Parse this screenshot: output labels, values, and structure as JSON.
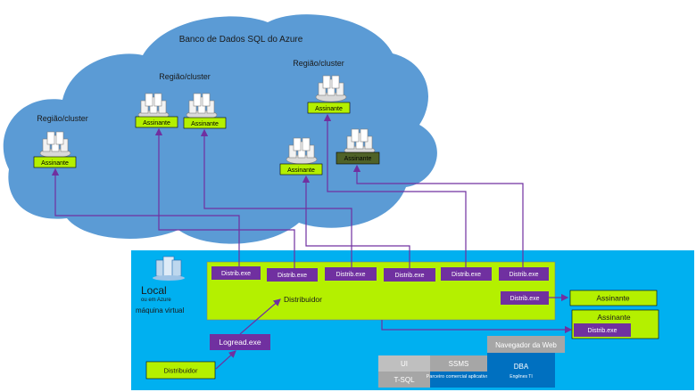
{
  "cloud": {
    "title": "Banco de Dados SQL do Azure",
    "regions": [
      {
        "label": "Região/cluster"
      },
      {
        "label": "Região/cluster"
      },
      {
        "label": "Região/cluster"
      }
    ]
  },
  "subscribers_cloud": [
    "Assinante",
    "Assinante",
    "Assinante",
    "Assinante",
    "Assinante",
    "Assinante"
  ],
  "local": {
    "title": "Local",
    "subtitle": "ou em Azure",
    "vm_label": "máquina virtual",
    "distributor_label": "Distribuidor",
    "distexe_label": "Distrib.exe",
    "logread_label": "Logread.exe",
    "distributor_box": "Distribuidor",
    "right_subscriber_1": "Assinante",
    "right_subscriber_2": "Assinante",
    "right_distexe": "Distrib.exe",
    "tools": {
      "web": "Navegador da Web",
      "ui": "UI",
      "ssms": "SSMS",
      "dba": "DBA",
      "dba_sub": "Engênes TI",
      "tsql": "T-SQL",
      "partner": "Parceiro comercial aplicativos"
    }
  },
  "colors": {
    "cloud": "#5b9bd5",
    "local_bg": "#00b0f0",
    "green_box": "#b4f000",
    "purple": "#7030a0",
    "dark_green": "#4f6228",
    "line": "#7030a0"
  }
}
